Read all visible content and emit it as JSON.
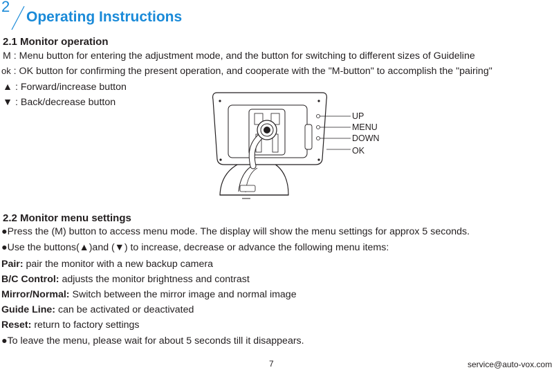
{
  "header": {
    "section_number": "2",
    "title": "Operating Instructions"
  },
  "monitor_operation": {
    "heading": "2.1 Monitor operation",
    "rows": [
      {
        "key": "M",
        "text": " : Menu button for entering the adjustment mode, and the button for switching to different sizes of Guideline"
      },
      {
        "key": "ok",
        "text": " : OK button for confirming the present operation, and cooperate with the \"M-button\" to accomplish the \"pairing\""
      },
      {
        "key": "▲",
        "text": " : Forward/increase button"
      },
      {
        "key": "▼",
        "text": " : Back/decrease button"
      }
    ]
  },
  "diagram": {
    "labels": [
      "UP",
      "MENU",
      "DOWN",
      "OK"
    ]
  },
  "menu_settings": {
    "heading": "2.2 Monitor menu settings",
    "bullet1": "●Press the (M) button to access menu mode. The display will show the menu settings for approx 5 seconds.",
    "bullet2": "●Use the buttons(▲)and (▼) to increase, decrease or advance the following menu items:",
    "items": [
      {
        "term": "Pair:",
        "desc": " pair the monitor with a new backup camera"
      },
      {
        "term": "B/C Control:",
        "desc": " adjusts the monitor brightness and contrast"
      },
      {
        "term": "Mirror/Normal:",
        "desc": " Switch between the mirror image and normal image"
      },
      {
        "term": "Guide Line:",
        "desc": " can be activated or deactivated"
      },
      {
        "term": "Reset:",
        "desc": " return to factory settings"
      }
    ],
    "bullet3": "●To leave the menu, please wait for about 5 seconds till it disappears."
  },
  "footer": {
    "page_number": "7",
    "email": "service@auto-vox.com"
  },
  "colors": {
    "accent": "#1a8ad8",
    "text": "#231f20"
  }
}
